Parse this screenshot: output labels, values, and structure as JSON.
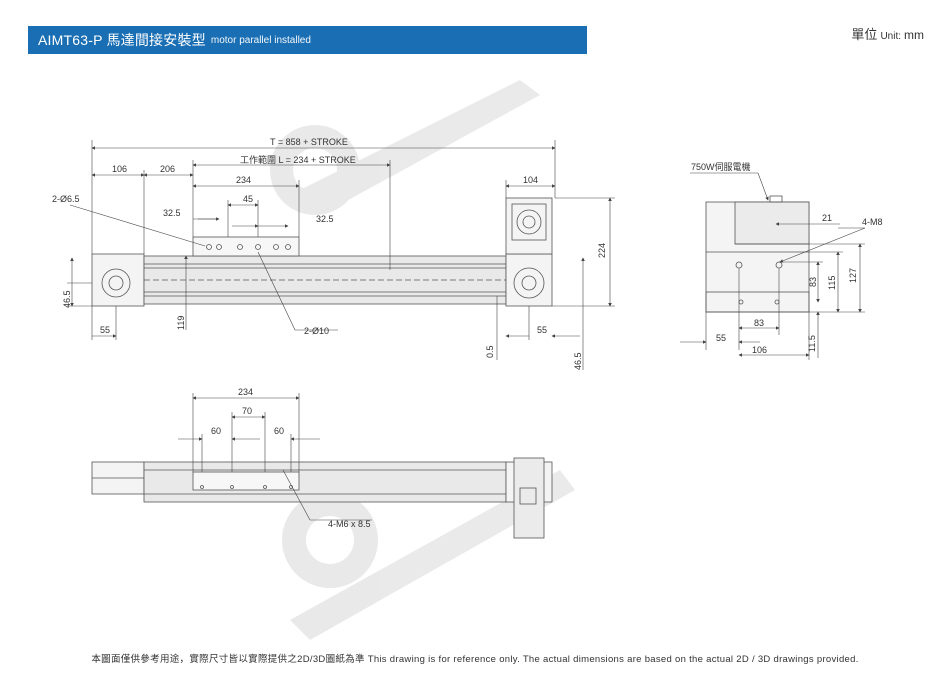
{
  "header": {
    "title_model": "AIMT63-P 馬達間接安裝型",
    "title_sub": "motor parallel installed",
    "unit_label": "單位",
    "unit_sub": "Unit:",
    "unit_value": "mm"
  },
  "top_view": {
    "total_length": "T = 858 + STROKE",
    "work_range": "工作範圍 L = 234 + STROKE",
    "d106": "106",
    "d206": "206",
    "d234": "234",
    "d45": "45",
    "d32_5_left": "32.5",
    "d32_5_right": "32.5",
    "hole_left": "2-Ø6.5",
    "hole_bottom": "2-Ø10",
    "d104": "104",
    "d224": "224",
    "d46_5_left": "46.5",
    "d55_left": "55",
    "d119": "119",
    "d55_right": "55",
    "d0_5": "0.5",
    "d46_5_right": "46.5"
  },
  "side_view": {
    "motor_label": "750W伺服電機",
    "d21": "21",
    "thread": "4-M8",
    "d127": "127",
    "d115": "115",
    "d83_vertical": "83",
    "d83_horizontal": "83",
    "d55": "55",
    "d106": "106",
    "d11_5": "11.5"
  },
  "bottom_view": {
    "d234": "234",
    "d70": "70",
    "d60_left": "60",
    "d60_right": "60",
    "thread": "4-M6 x 8.5"
  },
  "footer": {
    "note": "本圖面僅供參考用途，實際尺寸皆以實際提供之2D/3D圖紙為準 This drawing is for reference only. The actual dimensions are based on the actual 2D / 3D drawings provided."
  },
  "colors": {
    "title_bar": "#1a6fb4",
    "line": "#555555",
    "profile_fill": "#e9e9e9"
  }
}
